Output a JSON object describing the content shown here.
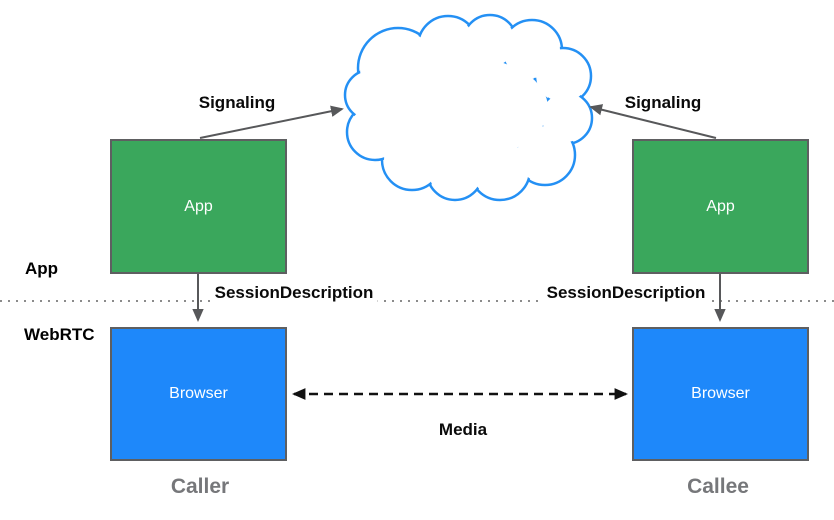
{
  "layers": {
    "app": "App",
    "webrtc": "WebRTC"
  },
  "nodes": {
    "caller_app": "App",
    "callee_app": "App",
    "caller_browser": "Browser",
    "callee_browser": "Browser"
  },
  "edges": {
    "signaling_left": "Signaling",
    "signaling_right": "Signaling",
    "session_left": "SessionDescription",
    "session_right": "SessionDescription",
    "media": "Media"
  },
  "parties": {
    "caller": "Caller",
    "callee": "Callee"
  },
  "icons": {
    "cloud": "cloud-network-icon"
  },
  "colors": {
    "app_fill": "#3aa75c",
    "browser_fill": "#1e88fa",
    "box_border": "#5e5f61",
    "cloud_stroke": "#2490f4",
    "arrow_gray": "#57585a",
    "arrow_black": "#111111",
    "divider_gray": "#8b8b8b",
    "party_label": "#76777a"
  }
}
